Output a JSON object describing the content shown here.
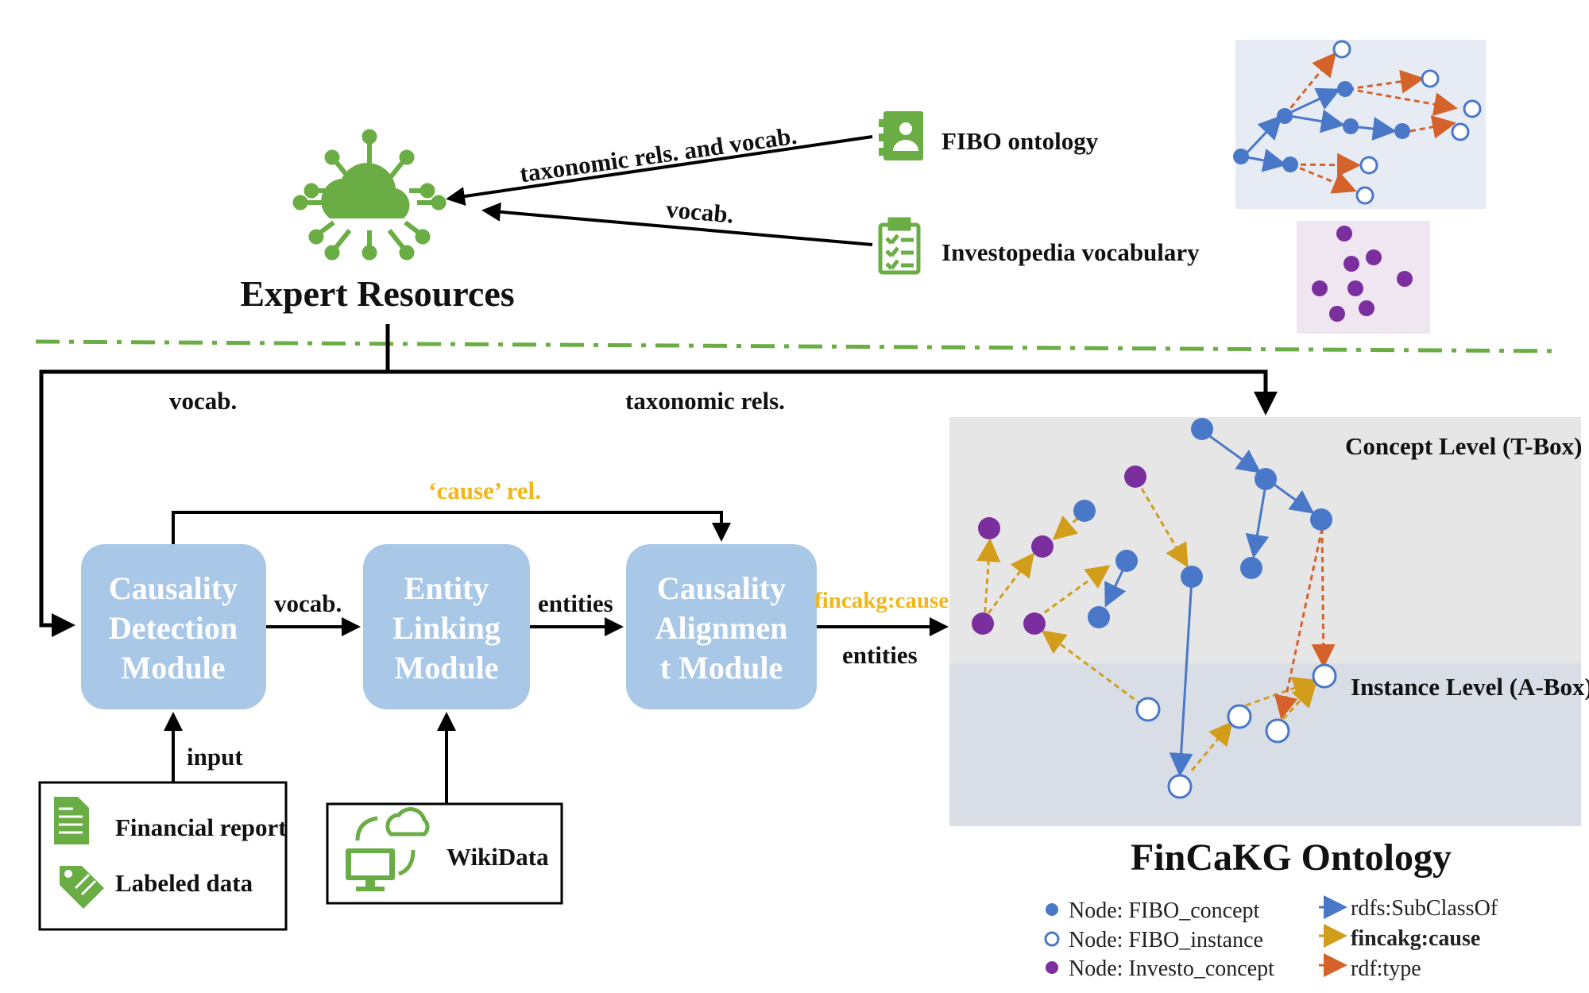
{
  "colors": {
    "green": "#6aad44",
    "module_fill": "#a9c8e8",
    "blue_node": "#4a78c8",
    "purple_node": "#7b2f9e",
    "gold_arrow": "#d19d1a",
    "orange_arrow": "#d4622a",
    "cause_label": "#f2b61a",
    "tbox_bg": "#e6e6e6",
    "abox_bg": "#d9dee6",
    "panel_blue": "#e6ebf4",
    "panel_purple": "#efe6f2"
  },
  "expert": {
    "title": "Expert Resources",
    "icon": "cloud-network-icon"
  },
  "sources": {
    "fibo_label": "FIBO ontology",
    "fibo_icon": "contact-book-icon",
    "invest_label": "Investopedia vocabulary",
    "invest_icon": "clipboard-checklist-icon"
  },
  "edges": {
    "taxonomic_vocab": "taxonomic rels. and vocab.",
    "vocab_top": "vocab.",
    "vocab_left": "vocab.",
    "taxonomic_rels": "taxonomic rels.",
    "cause_rel": "‘cause’ rel.",
    "vocab_mid": "vocab.",
    "entities_mid": "entities",
    "fincakg_cause": "fincakg:cause",
    "entities_right": "entities",
    "input": "input"
  },
  "modules": {
    "causality_detection": [
      "Causality",
      "Detection",
      "Module"
    ],
    "entity_linking": [
      "Entity",
      "Linking",
      "Module"
    ],
    "causality_alignment": [
      "Causality",
      "Alignmen",
      "t Module"
    ]
  },
  "inputs": {
    "financial_report": "Financial report",
    "labeled_data": "Labeled data",
    "wikidata": "WikiData"
  },
  "ontology": {
    "title": "FinCaKG Ontology",
    "concept_level": "Concept Level (T-Box)",
    "instance_level": "Instance Level (A-Box)"
  },
  "legend": {
    "node_fibo_concept": "Node: FIBO_concept",
    "node_fibo_instance": "Node: FIBO_instance",
    "node_investo_concept": "Node: Investo_concept",
    "rdfs_subclassof": "rdfs:SubClassOf",
    "fincakg_cause": "fincakg:cause",
    "rdf_type": "rdf:type"
  }
}
